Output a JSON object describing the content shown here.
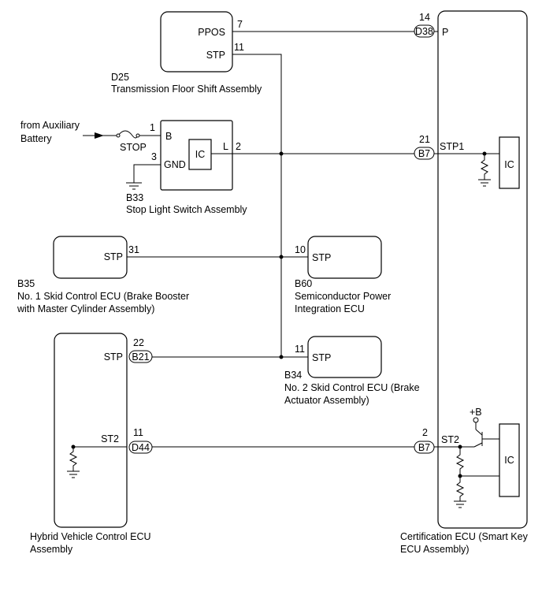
{
  "d25": {
    "code": "D25",
    "name": "Transmission Floor Shift Assembly",
    "ppos": "PPOS",
    "stp": "STP",
    "pin_ppos": "7",
    "pin_stp": "11"
  },
  "stoplight": {
    "source_line1": "from Auxiliary",
    "source_line2": "Battery",
    "fuse": "STOP",
    "pin_b": "1",
    "pin_gnd": "3",
    "pin_l": "2",
    "b": "B",
    "gnd": "GND",
    "ic": "IC",
    "l": "L",
    "code": "B33",
    "name": "Stop Light Switch Assembly"
  },
  "skid1": {
    "stp": "STP",
    "pin": "31",
    "code": "B35",
    "name_line1": "No. 1 Skid Control ECU (Brake Booster",
    "name_line2": "with Master Cylinder Assembly)"
  },
  "semi": {
    "pin": "10",
    "stp": "STP",
    "code": "B60",
    "name_line1": "Semiconductor Power",
    "name_line2": "Integration ECU"
  },
  "hybrid": {
    "stp": "STP",
    "pin_stp": "22",
    "conn_stp": "B21",
    "st2": "ST2",
    "pin_st2": "11",
    "conn_st2": "D44",
    "name_line1": "Hybrid Vehicle Control ECU",
    "name_line2": "Assembly"
  },
  "skid2": {
    "pin": "11",
    "stp": "STP",
    "code": "B34",
    "name_line1": "No. 2 Skid Control ECU (Brake",
    "name_line2": "Actuator Assembly)"
  },
  "cert": {
    "pin_p": "14",
    "conn_p": "D38",
    "p": "P",
    "pin_stp1": "21",
    "conn_stp1": "B7",
    "stp1": "STP1",
    "ic1": "IC",
    "plus_b": "+B",
    "pin_st2": "2",
    "conn_st2": "B7",
    "st2": "ST2",
    "ic2": "IC",
    "name_line1": "Certification ECU (Smart Key",
    "name_line2": "ECU Assembly)"
  }
}
